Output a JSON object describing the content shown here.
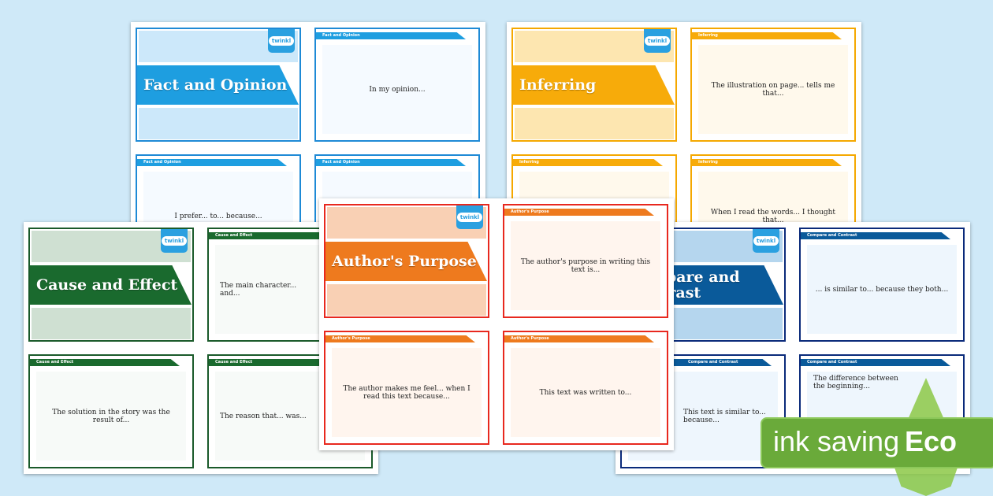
{
  "logo_text": "twinkl",
  "sheets": [
    {
      "id": "fact",
      "title": "Fact and Opinion",
      "colors": {
        "border": "#1e8ad6",
        "main": "#1e9ee0",
        "light": "#cce8fa",
        "pale": "#f5faff"
      },
      "cards": [
        "In my opinion...",
        "I prefer... to... because...",
        ""
      ]
    },
    {
      "id": "inferring",
      "title": "Inferring",
      "colors": {
        "border": "#f5a800",
        "main": "#f7ab0a",
        "light": "#fde6b0",
        "pale": "#fff9ec"
      },
      "cards": [
        "The illustration on page... tells me that...",
        "",
        "When I read the words... I thought that..."
      ]
    },
    {
      "id": "cause",
      "title": "Cause and Effect",
      "colors": {
        "border": "#1a5a2a",
        "main": "#1a6a2e",
        "light": "#cfe0d2",
        "pale": "#f7faf8"
      },
      "cards": [
        "The main character... and...",
        "The solution in the story was the result of...",
        "The reason that... was..."
      ]
    },
    {
      "id": "compare",
      "title": "Compare and Contrast",
      "colors": {
        "border": "#0a2a7a",
        "main": "#0a5a9a",
        "light": "#b5d6ee",
        "pale": "#eef6fd"
      },
      "cards": [
        "... is similar to... because they both...",
        "This text is similar to... because...",
        "The difference between the beginning..."
      ]
    },
    {
      "id": "author",
      "title": "Author's Purpose",
      "colors": {
        "border": "#e8281e",
        "main": "#ee7a1e",
        "light": "#f9d0b4",
        "pale": "#fff5ee"
      },
      "cards": [
        "The author's purpose in writing this text is...",
        "The author makes me feel... when I read this text because...",
        "This text was written to..."
      ]
    }
  ],
  "eco": {
    "text": "ink saving",
    "label": "Eco",
    "color": "#6aaa3a"
  }
}
